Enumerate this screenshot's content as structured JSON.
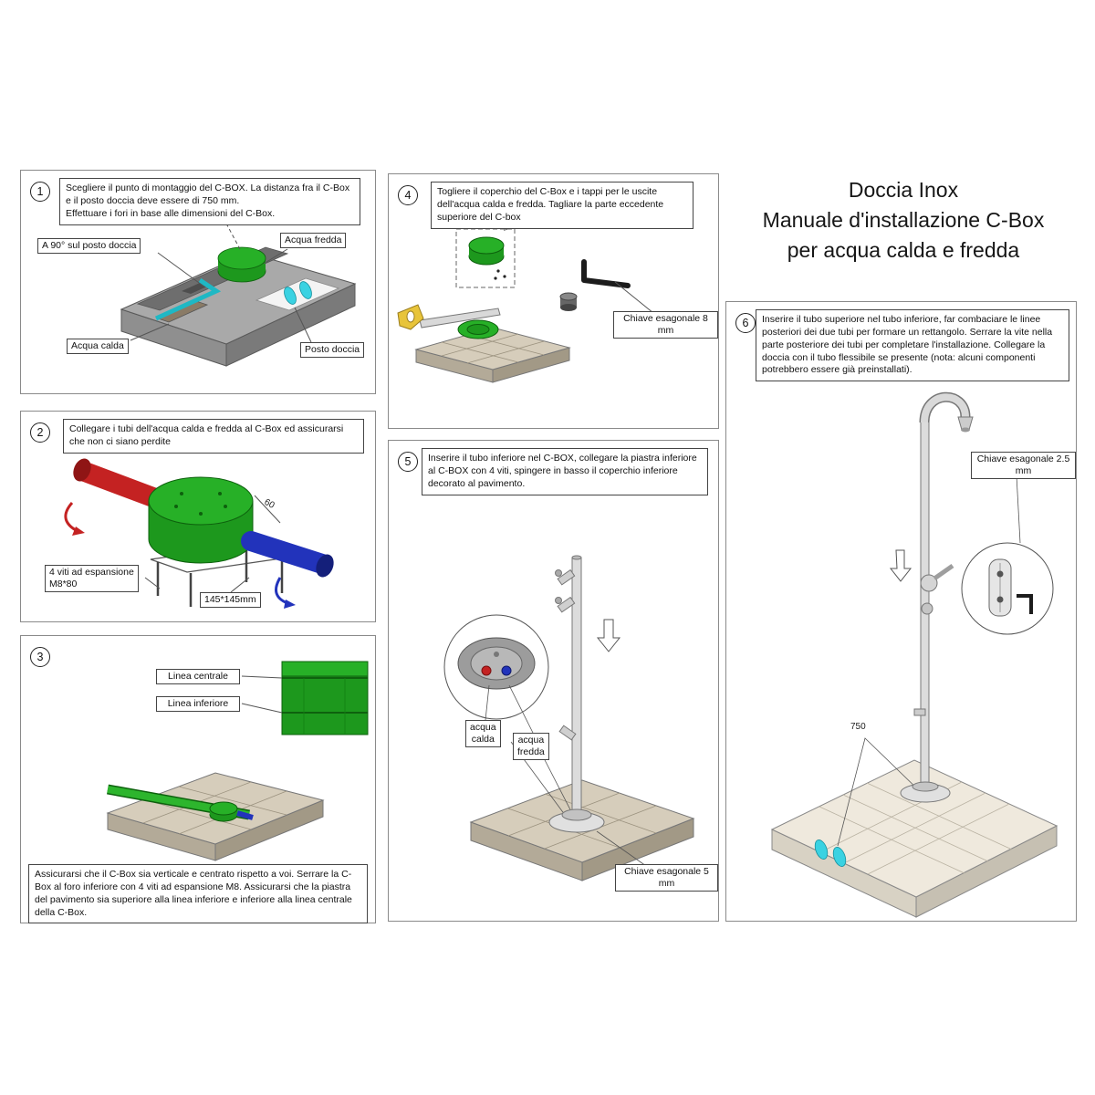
{
  "title": {
    "line1": "Doccia Inox",
    "line2": "Manuale d'installazione C-Box",
    "line3": "per acqua calda e fredda"
  },
  "steps": {
    "s1": {
      "number": "1",
      "text": "Scegliere il punto di montaggio del C-BOX. La distanza fra il C-Box e il posto doccia deve essere di 750 mm.\nEffettuare i fori in base alle dimensioni del C-Box.",
      "labels": {
        "angle": "A 90° sul posto doccia",
        "cold": "Acqua fredda",
        "hot": "Acqua calda",
        "spot": "Posto doccia"
      }
    },
    "s2": {
      "number": "2",
      "text": "Collegare i tubi dell'acqua calda e fredda al C-Box ed assicurarsi che non ci siano perdite",
      "labels": {
        "screws": "4 viti ad espansione\nM8*80",
        "plate": "145*145mm",
        "dim60": "60"
      }
    },
    "s3": {
      "number": "3",
      "text": "Assicurarsi che il C-Box sia verticale e centrato rispetto a voi. Serrare la C-Box al foro inferiore con 4 viti ad espansione M8. Assicurarsi che la piastra del pavimento sia superiore alla linea inferiore e inferiore alla linea centrale della C-Box.",
      "labels": {
        "center_line": "Linea centrale",
        "lower_line": "Linea inferiore"
      }
    },
    "s4": {
      "number": "4",
      "text": "Togliere il coperchio del C-Box e i tappi per le uscite dell'acqua calda e fredda. Tagliare la parte eccedente superiore del C-box",
      "labels": {
        "wrench": "Chiave esagonale 8 mm"
      }
    },
    "s5": {
      "number": "5",
      "text": "Inserire il tubo inferiore nel C-BOX, collegare la piastra inferiore al C-BOX con 4 viti, spingere in basso il coperchio inferiore decorato al pavimento.",
      "labels": {
        "hot": "acqua\ncalda",
        "cold": "acqua\nfredda",
        "wrench": "Chiave esagonale 5 mm"
      }
    },
    "s6": {
      "number": "6",
      "text": "Inserire il tubo superiore nel tubo inferiore, far combaciare le linee posteriori dei due tubi per formare un rettangolo. Serrare la vite nella parte posteriore dei tubi per completare l'installazione. Collegare la doccia con il tubo flessibile se presente (nota: alcuni componenti potrebbero essere già preinstallati).",
      "labels": {
        "wrench": "Chiave esagonale 2.5 mm",
        "dim750": "750"
      }
    }
  },
  "colors": {
    "cbox_green": "#27b027",
    "hot_water_red": "#c42222",
    "cold_water_blue": "#2233bb",
    "footprint_cyan": "#3ad2e2",
    "slab_gray": "#a9a9a9",
    "tile_beige": "#d6cdbb"
  }
}
